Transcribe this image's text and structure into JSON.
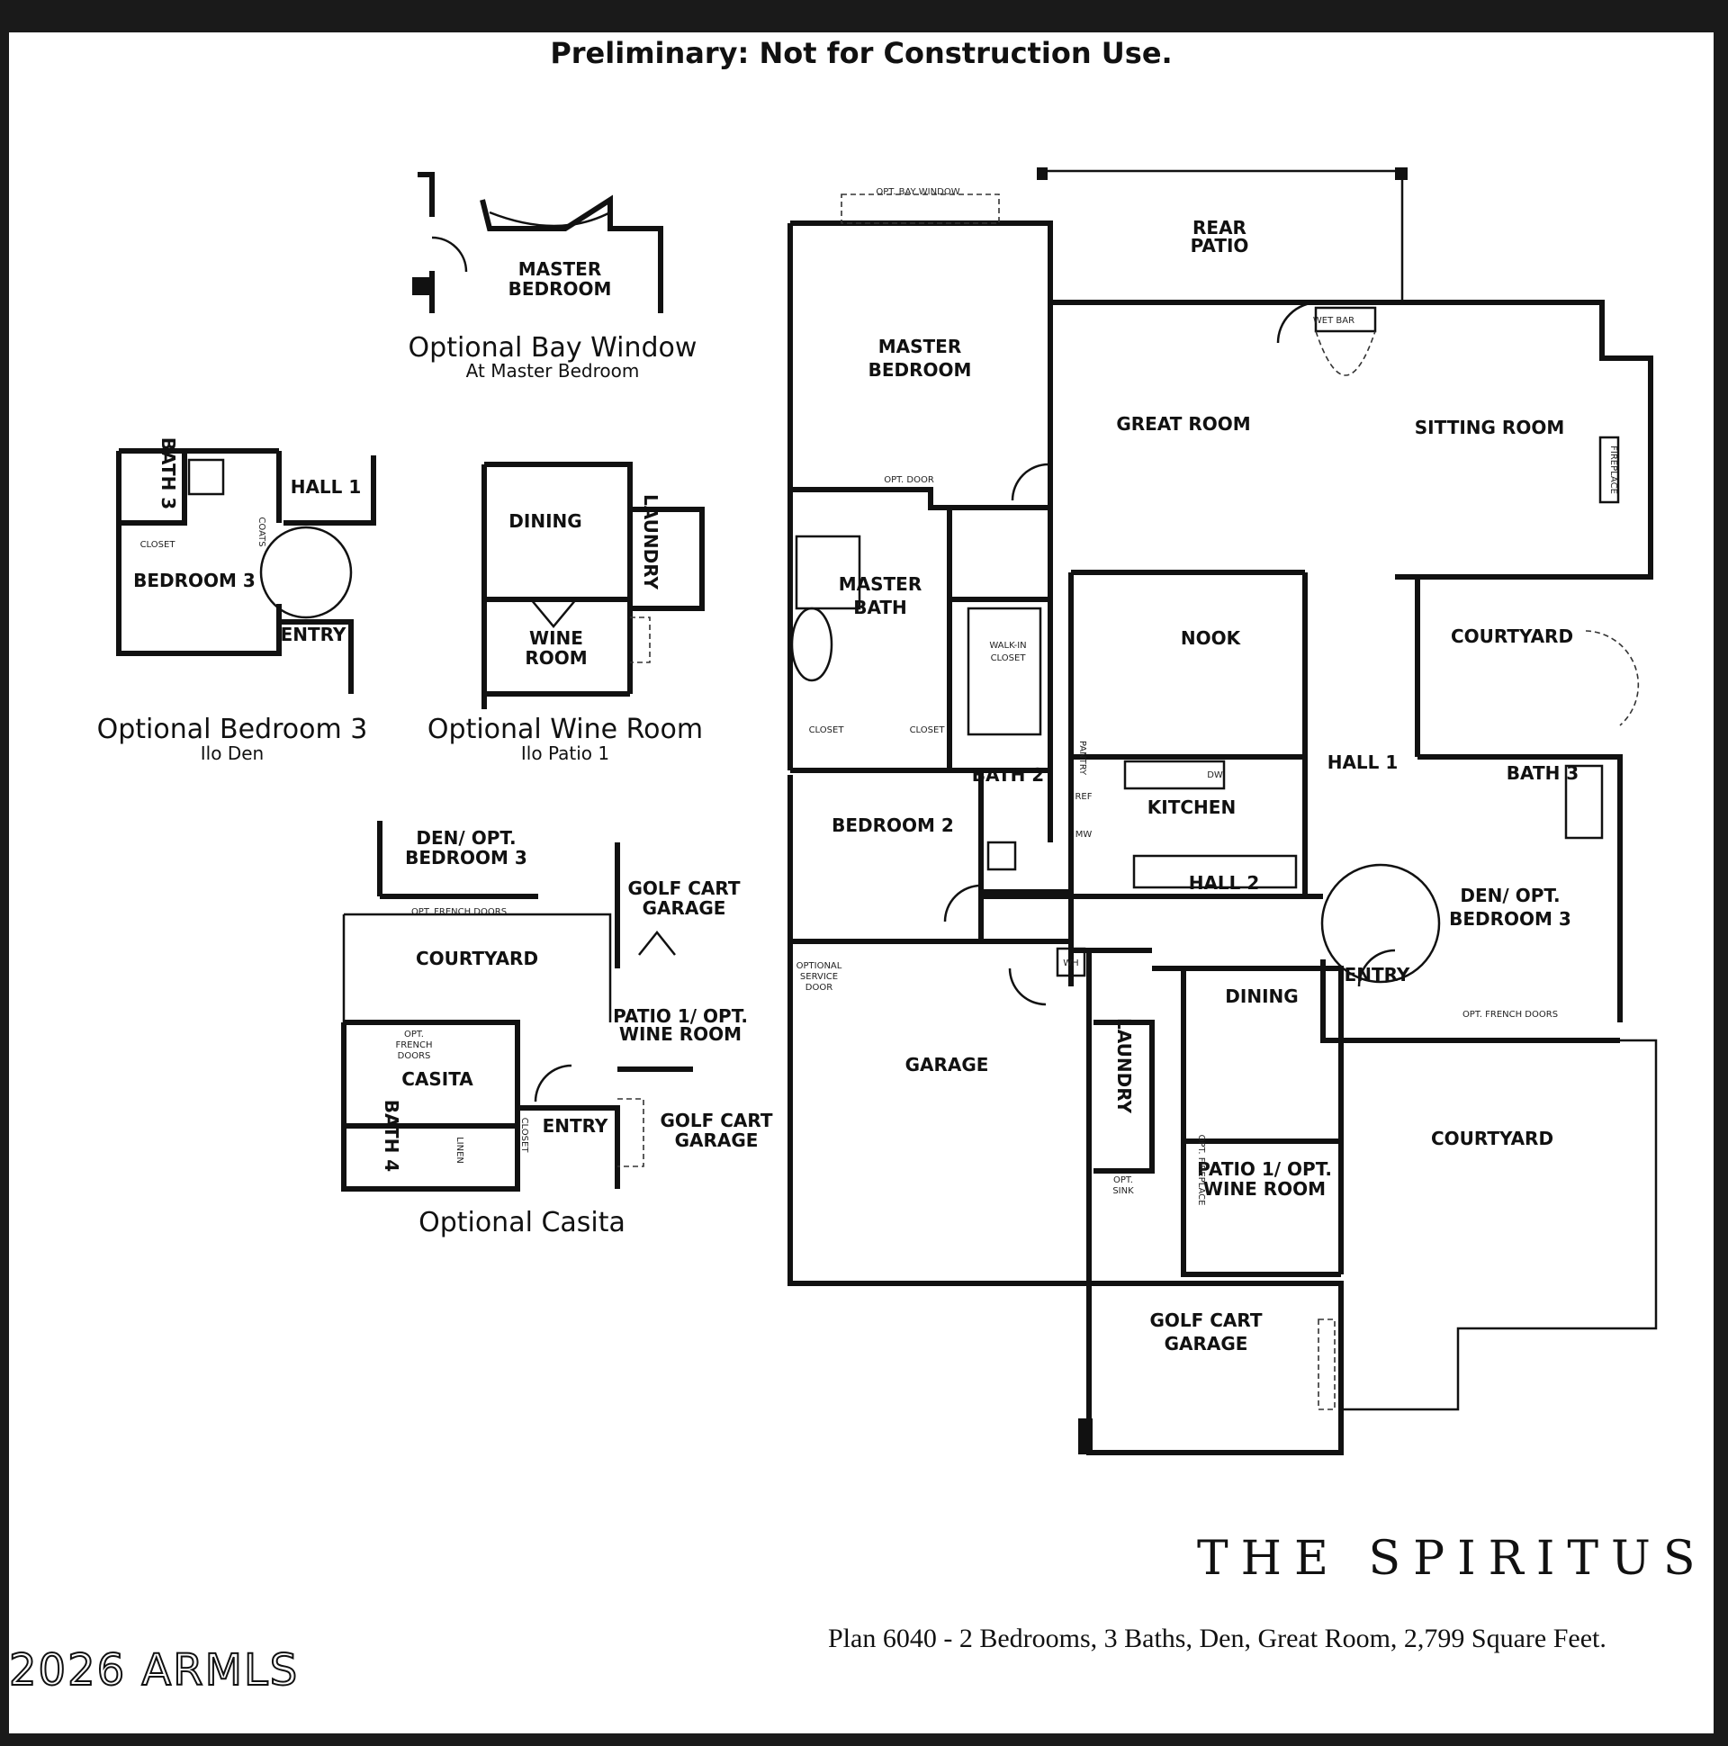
{
  "header": "Preliminary: Not for Construction Use.",
  "brand": "THE SPIRITUS",
  "plan_info": "Plan 6040 - 2 Bedrooms, 3 Baths, Den, Great Room, 2,799 Square Feet.",
  "watermark": "2026 ARMLS",
  "captions": {
    "bay_title": "Optional Bay Window",
    "bay_sub": "At Master Bedroom",
    "bed3_title": "Optional Bedroom 3",
    "bed3_sub": "Ilo Den",
    "wine_title": "Optional Wine Room",
    "wine_sub": "Ilo Patio 1",
    "casita_title": "Optional Casita"
  },
  "main_rooms": {
    "rear_patio": [
      "REAR",
      "PATIO"
    ],
    "master_bedroom": [
      "MASTER",
      "BEDROOM"
    ],
    "great_room": "GREAT ROOM",
    "sitting_room": "SITTING ROOM",
    "master_bath": [
      "MASTER",
      "BATH"
    ],
    "walk_in_closet": [
      "WALK-IN",
      "CLOSET"
    ],
    "nook": "NOOK",
    "courtyard_right": "COURTYARD",
    "bedroom2": "BEDROOM 2",
    "bath2": "BATH 2",
    "kitchen": "KITCHEN",
    "hall1": "HALL 1",
    "bath3": "BATH 3",
    "hall2": "HALL 2",
    "den": [
      "DEN/ OPT.",
      "BEDROOM 3"
    ],
    "entry": "ENTRY",
    "garage": "GARAGE",
    "dining": "DINING",
    "laundry": "LAUNDRY",
    "courtyard_bottom": "COURTYARD",
    "patio_wine": [
      "PATIO 1/ OPT.",
      "WINE ROOM"
    ],
    "golf_cart": [
      "GOLF CART",
      "GARAGE"
    ]
  },
  "small_labels": {
    "opt_bay_window": "OPT. BAY WINDOW",
    "wet_bar": "WET BAR",
    "fireplace": "FIREPLACE",
    "opt_door": "OPT. DOOR",
    "closet": "CLOSET",
    "pantry": "PANTRY",
    "ref": "REF",
    "mw": "MW",
    "dw": "DW",
    "wh": "WH",
    "optional_service_door": [
      "OPTIONAL",
      "SERVICE",
      "DOOR"
    ],
    "opt_french_doors": "OPT. FRENCH DOORS",
    "opt_sink": [
      "OPT.",
      "SINK"
    ],
    "opt_fireplace": "OPT. FIREPLACE",
    "coats": "COATS",
    "linen": "LINEN",
    "opt_french_doors_casita": [
      "OPT.",
      "FRENCH",
      "DOORS"
    ]
  },
  "bay_rooms": {
    "master_bedroom": [
      "MASTER",
      "BEDROOM"
    ]
  },
  "bed3_rooms": {
    "bath3": "BATH 3",
    "hall1": "HALL 1",
    "bedroom3": "BEDROOM 3",
    "entry": "ENTRY"
  },
  "wine_rooms": {
    "dining": "DINING",
    "laundry": "LAUNDRY",
    "wine_room": [
      "WINE",
      "ROOM"
    ]
  },
  "casita_rooms": {
    "den": [
      "DEN/ OPT.",
      "BEDROOM 3"
    ],
    "golf_cart_top": [
      "GOLF CART",
      "GARAGE"
    ],
    "courtyard": "COURTYARD",
    "patio_wine": [
      "PATIO 1/ OPT.",
      "WINE ROOM"
    ],
    "casita": "CASITA",
    "entry": "ENTRY",
    "golf_cart_bottom": [
      "GOLF CART",
      "GARAGE"
    ],
    "bath4": "BATH 4"
  }
}
